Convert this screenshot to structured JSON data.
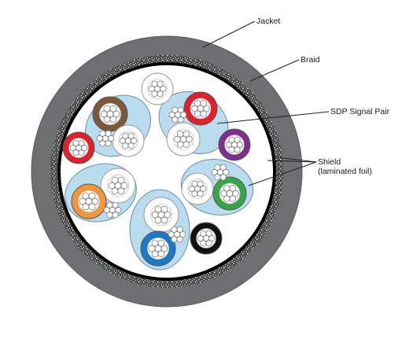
{
  "labels": {
    "jacket": "Jacket",
    "braid": "Braid",
    "sdp_pair": "SDP Signal Pair",
    "shield_line1": "Shield",
    "shield_line2": "(laminated foil)"
  },
  "colors": {
    "jacket": "#6e6f71",
    "braid_base": "#3a3a3a",
    "braid_fleck": "#e9e9e9",
    "core_ring": "#000000",
    "core_fill": "#ffffff",
    "pair_foil": "#b9dcef",
    "pair_outline": "#6f8fa4",
    "strand_fill": "#ffffff",
    "strand_stroke": "#8a8a8a",
    "leader_line": "#222222"
  },
  "conductors": [
    {
      "name": "white",
      "color": "#ffffff"
    },
    {
      "name": "brown",
      "color": "#7b5a3c"
    },
    {
      "name": "red",
      "color": "#e0202a"
    },
    {
      "name": "purple",
      "color": "#7e2f8b"
    },
    {
      "name": "orange",
      "color": "#f0963c"
    },
    {
      "name": "green",
      "color": "#3aa44a"
    },
    {
      "name": "blue",
      "color": "#1f78c4"
    },
    {
      "name": "black",
      "color": "#111111"
    }
  ]
}
